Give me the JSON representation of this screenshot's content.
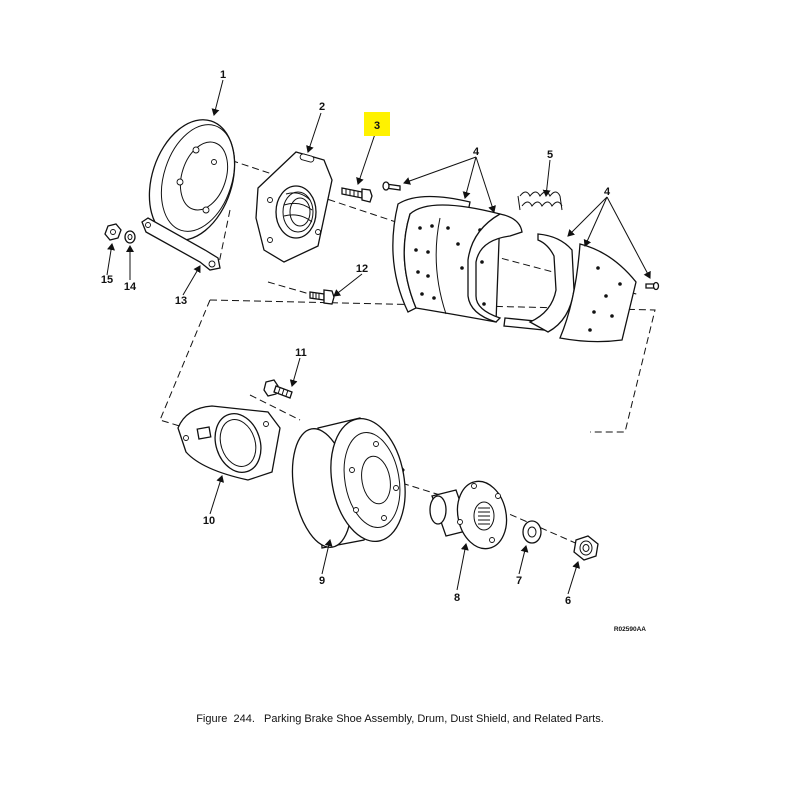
{
  "figure": {
    "caption": "Figure  244.   Parking Brake Shoe Assembly, Drum, Dust Shield, and Related Parts.",
    "drawing_code": "R02590AA",
    "highlight_color": "#fff200"
  },
  "callouts": [
    {
      "id": "c1",
      "label": "1"
    },
    {
      "id": "c2",
      "label": "2"
    },
    {
      "id": "c3",
      "label": "3",
      "highlighted": true
    },
    {
      "id": "c4a",
      "label": "4"
    },
    {
      "id": "c4b",
      "label": "4"
    },
    {
      "id": "c5",
      "label": "5"
    },
    {
      "id": "c6",
      "label": "6"
    },
    {
      "id": "c7",
      "label": "7"
    },
    {
      "id": "c8",
      "label": "8"
    },
    {
      "id": "c9",
      "label": "9"
    },
    {
      "id": "c10",
      "label": "10"
    },
    {
      "id": "c11",
      "label": "11"
    },
    {
      "id": "c12",
      "label": "12"
    },
    {
      "id": "c13",
      "label": "13"
    },
    {
      "id": "c14",
      "label": "14"
    },
    {
      "id": "c15",
      "label": "15"
    }
  ]
}
